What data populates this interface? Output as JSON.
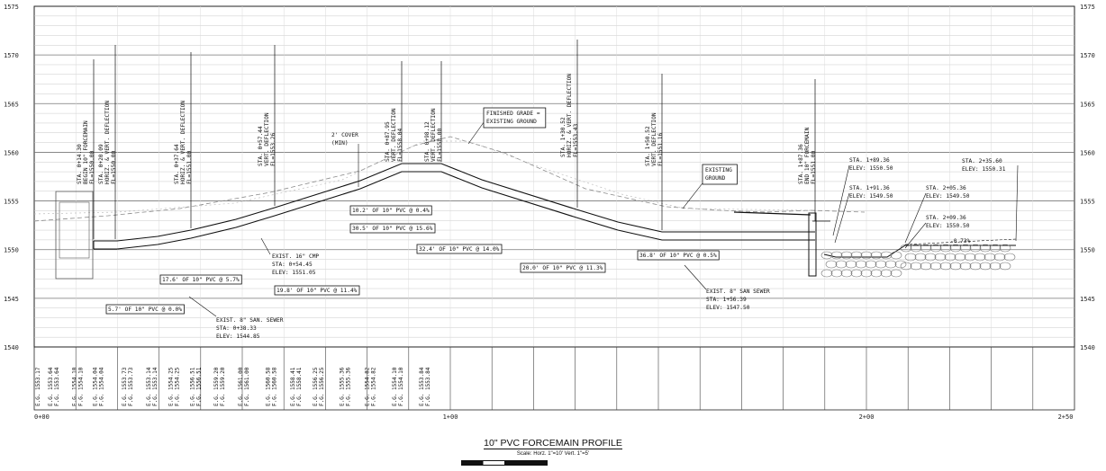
{
  "drawing": {
    "title": "10\" PVC FORCEMAIN PROFILE",
    "scale_note": "Scale: Horz. 1\"=10' Vert. 1\"=5'",
    "elevation_ticks": [
      "1575",
      "1570",
      "1565",
      "1560",
      "1555",
      "1550",
      "1545",
      "1540"
    ],
    "station_ticks": [
      "0+00",
      "1+00",
      "2+00",
      "2+50"
    ],
    "elev_range": [
      1540,
      1575
    ],
    "station_range": [
      0,
      250
    ]
  },
  "vertical_callouts": [
    {
      "sta": 17,
      "lines": [
        "STA. 0+14.30",
        "BEGIN 10\" FORCEMAIN",
        "FL=1550.00"
      ]
    },
    {
      "sta": 29,
      "lines": [
        "STA. 0+20.09",
        "HORIZ. & VERT. DEFLECTION",
        "FL=1550.00"
      ]
    },
    {
      "sta": 54,
      "lines": [
        "STA. 0+37.64",
        "HORIZ. & VERT. DEFLECTION",
        "FL=1551.00"
      ]
    },
    {
      "sta": 82,
      "lines": [
        "STA. 0+57.44",
        "VERT. DEFLECTION",
        "FL=1553.26"
      ]
    },
    {
      "sta": 124,
      "lines": [
        "STA. 0+87.95",
        "VERT. DEFLECTION",
        "FL=1558.04"
      ]
    },
    {
      "sta": 138,
      "lines": [
        "STA. 0+98.12",
        "VERT. DEFLECTION",
        "FL=1558.00"
      ]
    },
    {
      "sta": 181,
      "lines": [
        "STA. 1+30.52",
        "HORIZ. & VERT. DEFLECTION",
        "FL=1553.43"
      ]
    },
    {
      "sta": 203,
      "lines": [
        "STA. 1+50.52",
        "VERT. DEFLECTION",
        "FL=1551.16"
      ]
    },
    {
      "sta": 255,
      "lines": [
        "STA. 1+87.36",
        "END 10\" FORCEMAIN",
        "FL=1551.00"
      ]
    }
  ],
  "notes": [
    {
      "lines": [
        "2' COVER",
        "(MIN)"
      ]
    },
    {
      "lines": [
        "FINISHED GRADE =",
        "EXISTING GROUND"
      ]
    },
    {
      "lines": [
        "EXISTING",
        "GROUND"
      ]
    },
    {
      "lines": [
        "STA. 1+89.36",
        "ELEV: 1550.50"
      ]
    },
    {
      "lines": [
        "STA. 1+91.36",
        "ELEV: 1549.50"
      ]
    },
    {
      "lines": [
        "STA. 2+05.36",
        "ELEV: 1549.50"
      ]
    },
    {
      "lines": [
        "STA. 2+09.36",
        "ELEV: 1550.50"
      ]
    },
    {
      "lines": [
        "STA. 2+35.60",
        "ELEV: 1550.31"
      ]
    },
    {
      "lines": [
        "-0.73%"
      ]
    },
    {
      "lines": [
        "EXIST. 16\" CMP",
        "STA: 0+54.45",
        "ELEV: 1551.05"
      ]
    },
    {
      "lines": [
        "EXIST. 8\" SAN. SEWER",
        "STA: 0+38.33",
        "ELEV: 1544.85"
      ]
    },
    {
      "lines": [
        "EXIST. 8\" SAN SEWER",
        "STA: 1+56.39",
        "ELEV: 1547.50"
      ]
    }
  ],
  "pipe_labels": [
    "10.2' OF 10\" PVC @ 0.4%",
    "30.5' OF 10\" PVC @ 15.6%",
    "32.4' OF 10\" PVC @ 14.0%",
    "20.0' OF 10\" PVC @ 11.3%",
    "36.8' OF 10\" PVC @ 0.5%",
    "17.6' OF 10\" PVC @ 5.7%",
    "19.8' OF 10\" PVC @ 11.4%",
    "5.7' OF 10\" PVC @ 0.0%"
  ],
  "grade_band": [
    {
      "sta": 0,
      "eg": "E.G. 1553.17",
      "fg": ""
    },
    {
      "sta": 14,
      "eg": "E.G. 1553.64",
      "fg": "F.G. 1553.64"
    },
    {
      "sta": 40,
      "eg": "E.G. 1554.10",
      "fg": "F.G. 1554.10"
    },
    {
      "sta": 63,
      "eg": "E.G. 1554.04",
      "fg": "F.G. 1554.04"
    },
    {
      "sta": 95,
      "eg": "E.G. 1553.73",
      "fg": "F.G. 1553.73"
    },
    {
      "sta": 122,
      "eg": "E.G. 1553.14",
      "fg": "F.G. 1553.14"
    },
    {
      "sta": 146,
      "eg": "E.G. 1554.25",
      "fg": "F.G. 1554.25"
    },
    {
      "sta": 170,
      "eg": "E.G. 1556.51",
      "fg": "F.G. 1556.51"
    },
    {
      "sta": 196,
      "eg": "E.G. 1559.20",
      "fg": "F.G. 1559.20"
    },
    {
      "sta": 223,
      "eg": "E.G. 1561.00",
      "fg": "F.G. 1561.00"
    },
    {
      "sta": 253,
      "eg": "E.G. 1560.58",
      "fg": "F.G. 1560.58"
    },
    {
      "sta": 280,
      "eg": "E.G. 1558.41",
      "fg": "F.G. 1558.41"
    },
    {
      "sta": 305,
      "eg": "E.G. 1556.25",
      "fg": "F.G. 1556.25"
    },
    {
      "sta": 334,
      "eg": "E.G. 1555.36",
      "fg": "F.G. 1555.36"
    },
    {
      "sta": 362,
      "eg": "E.G. 1554.82",
      "fg": "F.G. 1554.82"
    },
    {
      "sta": 392,
      "eg": "E.G. 1554.10",
      "fg": "F.G. 1554.10"
    },
    {
      "sta": 422,
      "eg": "E.G. 1553.84",
      "fg": "F.G. 1553.84"
    }
  ]
}
